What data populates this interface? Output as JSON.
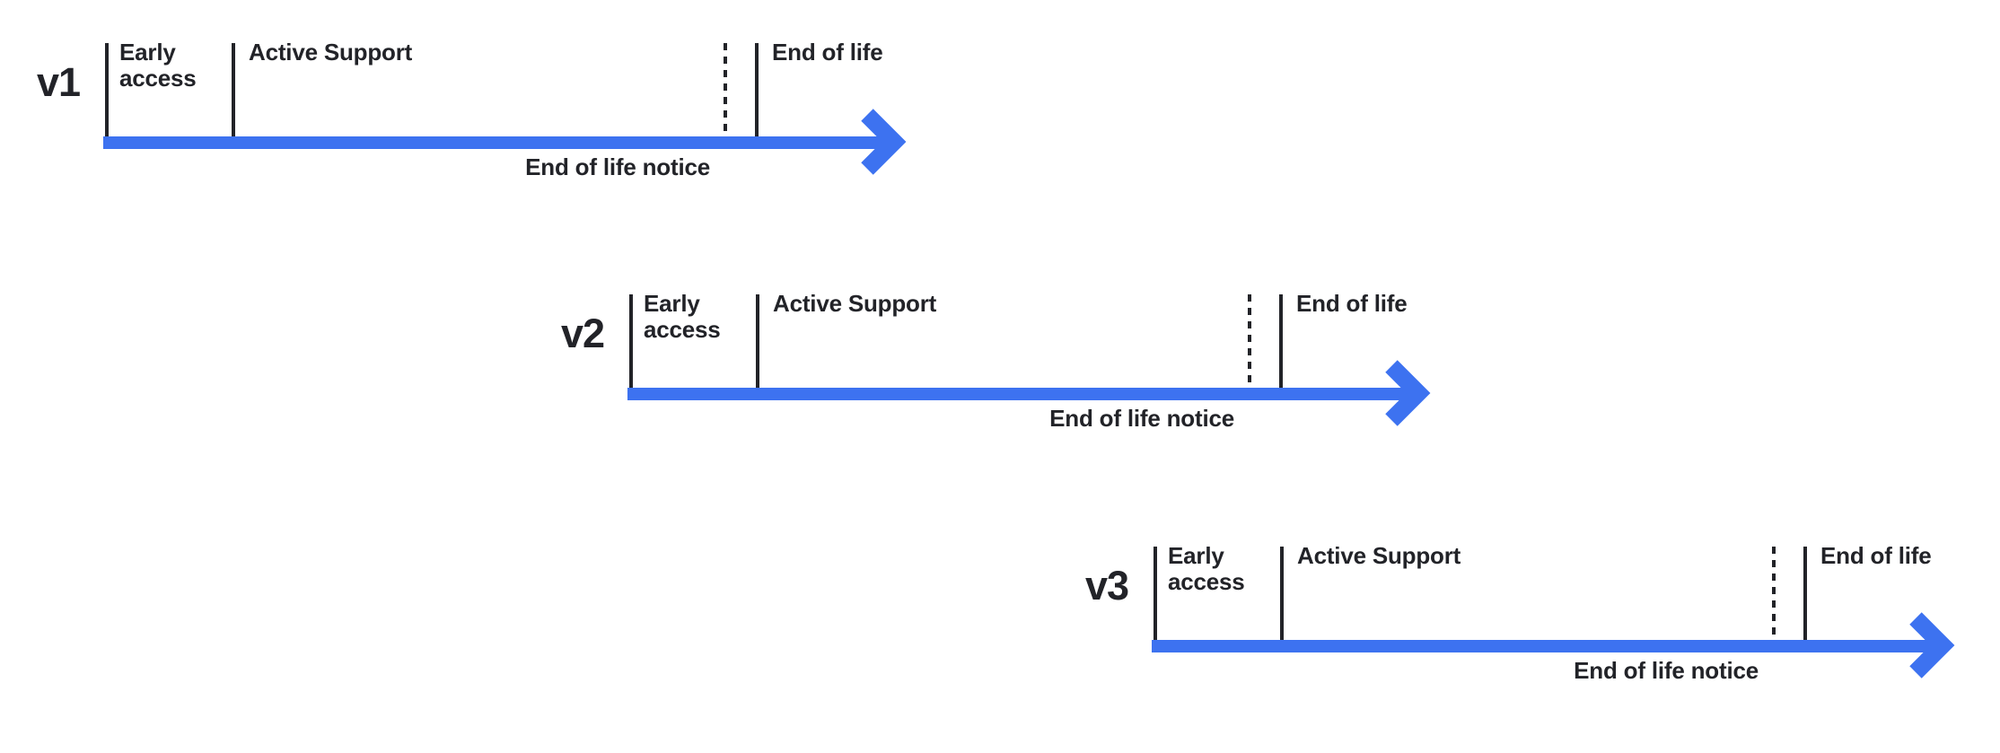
{
  "diagram": {
    "type": "release-lifecycle-timelines",
    "colors": {
      "timeline_blue": "#3D72F0",
      "text_dark": "#222328"
    },
    "rows": [
      {
        "version": "v1",
        "labels": {
          "early_access": "Early access",
          "active_support": "Active Support",
          "end_of_life": "End of life",
          "end_of_life_notice": "End of life notice"
        }
      },
      {
        "version": "v2",
        "labels": {
          "early_access": "Early access",
          "active_support": "Active Support",
          "end_of_life": "End of life",
          "end_of_life_notice": "End of life notice"
        }
      },
      {
        "version": "v3",
        "labels": {
          "early_access": "Early access",
          "active_support": "Active Support",
          "end_of_life": "End of life",
          "end_of_life_notice": "End of life notice"
        }
      }
    ]
  }
}
